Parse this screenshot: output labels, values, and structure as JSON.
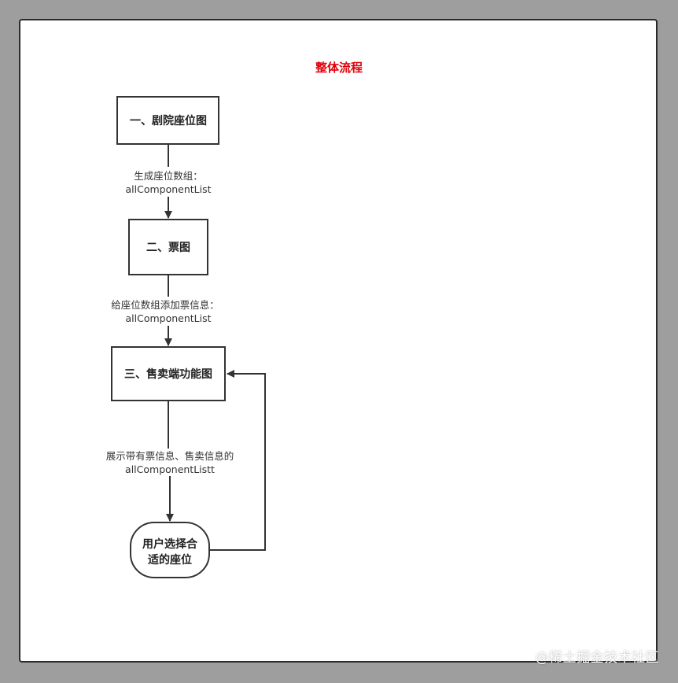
{
  "title": "整体流程",
  "nodes": {
    "theater": "一、剧院座位图",
    "ticket": "二、票图",
    "sale": "三、售卖端功能图",
    "user_line1": "用户选择合",
    "user_line2": "适的座位"
  },
  "edges": {
    "e1_line1": "生成座位数组：",
    "e1_line2": "allComponentList",
    "e2_line1": "给座位数组添加票信息：",
    "e2_line2": "allComponentList",
    "e3_line1": "展示带有票信息、售卖信息的",
    "e3_line2": "allComponentListt"
  },
  "watermark": "@稀土掘金技术社区"
}
